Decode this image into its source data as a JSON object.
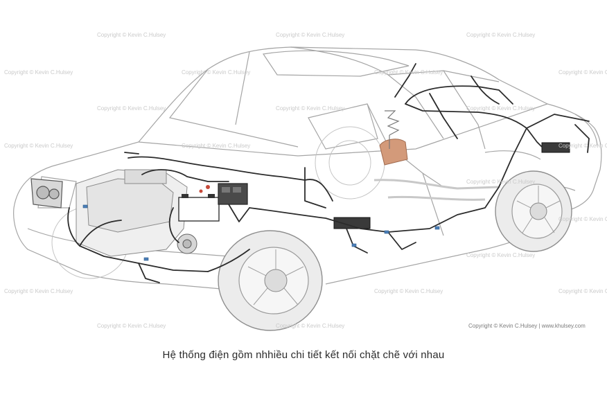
{
  "illustration": {
    "subject": "car-electrical-system-cutaway",
    "watermark_text": "Copyright © Kevin C.Hulsey",
    "credit_text": "Copyright © Kevin C.Hulsey | www.khulsey.com",
    "caption": "Hệ thống điện gồm nhhiều chi tiết kết nối chặt chẽ với nhau"
  },
  "colors": {
    "outline": "#9a9a9a",
    "wiring": "#2b2b2b",
    "tire_fill": "#e6e6e6",
    "seat_accent": "#d39a7a",
    "component": "#3a3a3a"
  }
}
